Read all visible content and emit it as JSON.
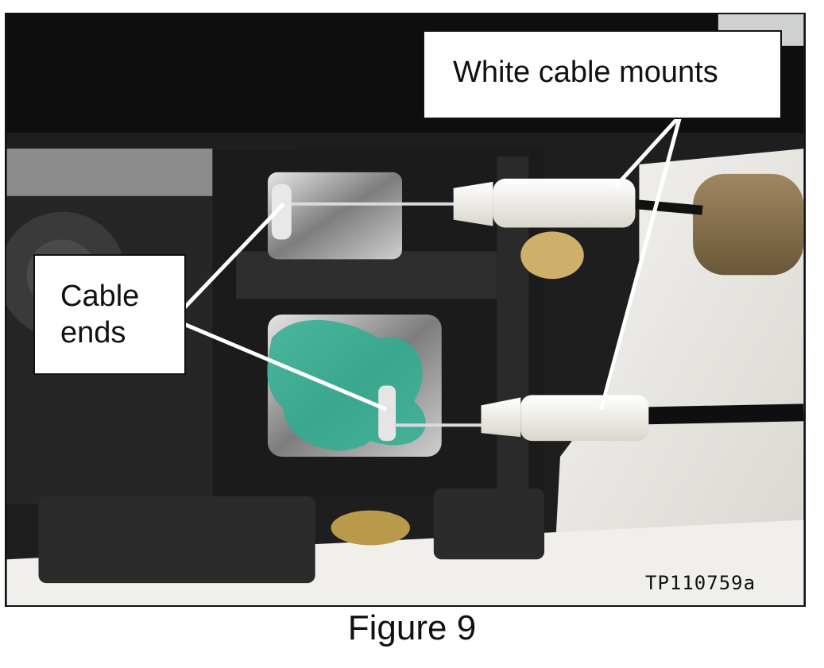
{
  "figure": {
    "callouts": {
      "white_cable_mounts": "White cable mounts",
      "cable_ends_line1": "Cable",
      "cable_ends_line2": "ends"
    },
    "photo_code": "TP110759a",
    "caption": "Figure 9"
  },
  "colors": {
    "background": "#ffffff",
    "callout_border": "#111111",
    "leader_line": "#ffffff",
    "grease": "#2fae90",
    "mount_plastic": "#f1efe7"
  }
}
